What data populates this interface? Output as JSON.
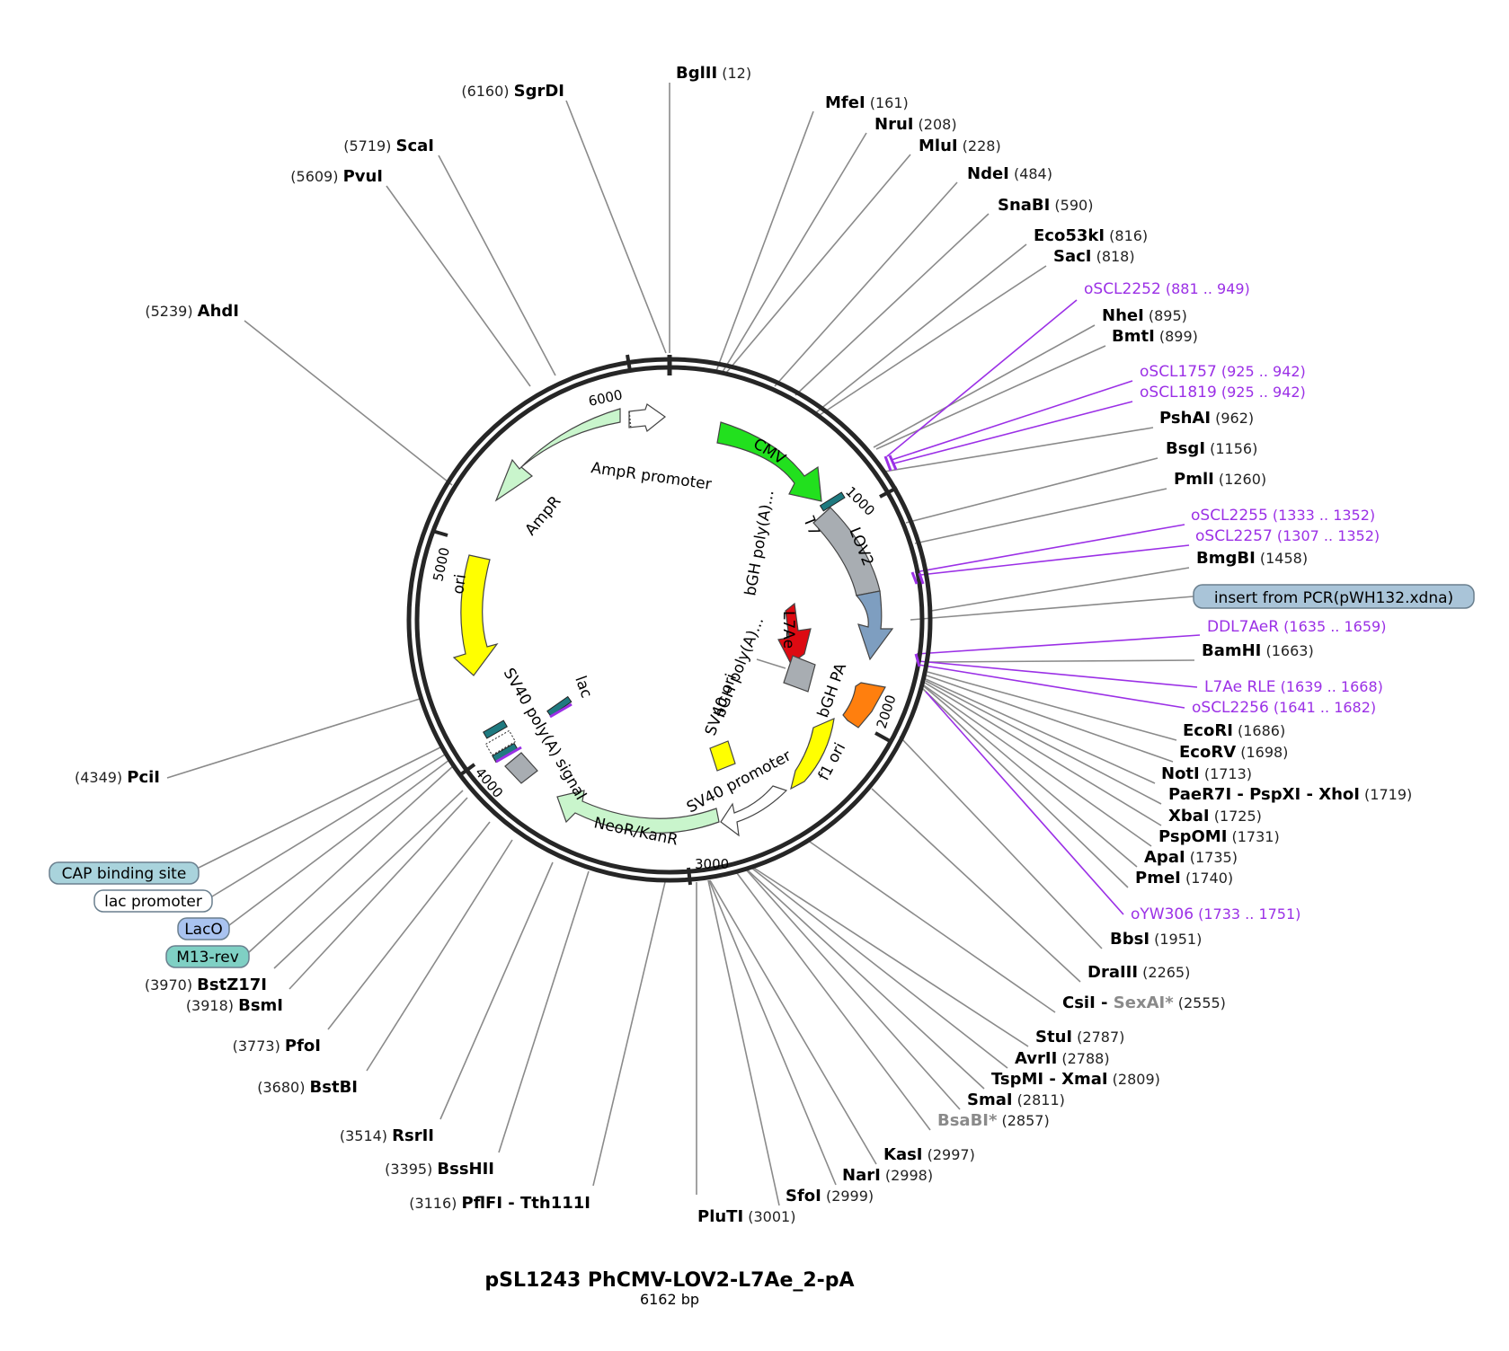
{
  "title": "pSL1243 PhCMV-LOV2-L7Ae_2-pA",
  "subtitle": "6162 bp",
  "ticks": [
    "1000",
    "2000",
    "3000",
    "4000",
    "5000",
    "6000"
  ],
  "sites": [
    {
      "name": "BglII",
      "pos": "(12)"
    },
    {
      "name": "MfeI",
      "pos": "(161)"
    },
    {
      "name": "NruI",
      "pos": "(208)"
    },
    {
      "name": "MluI",
      "pos": "(228)"
    },
    {
      "name": "NdeI",
      "pos": "(484)"
    },
    {
      "name": "SnaBI",
      "pos": "(590)"
    },
    {
      "name": "Eco53kI",
      "pos": "(816)"
    },
    {
      "name": "SacI",
      "pos": "(818)"
    },
    {
      "name": "NheI",
      "pos": "(895)"
    },
    {
      "name": "BmtI",
      "pos": "(899)"
    },
    {
      "name": "PshAI",
      "pos": "(962)"
    },
    {
      "name": "BsgI",
      "pos": "(1156)"
    },
    {
      "name": "PmlI",
      "pos": "(1260)"
    },
    {
      "name": "BmgBI",
      "pos": "(1458)"
    },
    {
      "name": "BamHI",
      "pos": "(1663)"
    },
    {
      "name": "EcoRI",
      "pos": "(1686)"
    },
    {
      "name": "EcoRV",
      "pos": "(1698)"
    },
    {
      "name": "NotI",
      "pos": "(1713)"
    },
    {
      "name": "PaeR7I - PspXI - XhoI",
      "pos": "(1719)"
    },
    {
      "name": "XbaI",
      "pos": "(1725)"
    },
    {
      "name": "PspOMI",
      "pos": "(1731)"
    },
    {
      "name": "ApaI",
      "pos": "(1735)"
    },
    {
      "name": "PmeI",
      "pos": "(1740)"
    },
    {
      "name": "BbsI",
      "pos": "(1951)"
    },
    {
      "name": "DraIII",
      "pos": "(2265)"
    },
    {
      "name": "CsiI - ",
      "name2": "SexAI*",
      "pos": "(2555)"
    },
    {
      "name": "StuI",
      "pos": "(2787)"
    },
    {
      "name": "AvrII",
      "pos": "(2788)"
    },
    {
      "name": "TspMI - XmaI",
      "pos": "(2809)"
    },
    {
      "name": "SmaI",
      "pos": "(2811)"
    },
    {
      "name2": "BsaBI*",
      "pos": "(2857)"
    },
    {
      "name": "KasI",
      "pos": "(2997)"
    },
    {
      "name": "NarI",
      "pos": "(2998)"
    },
    {
      "name": "SfoI",
      "pos": "(2999)"
    },
    {
      "name": "PluTI",
      "pos": "(3001)"
    },
    {
      "name": "PflFI - Tth111I",
      "pos": "(3116)"
    },
    {
      "name": "BssHII",
      "pos": "(3395)"
    },
    {
      "name": "RsrII",
      "pos": "(3514)"
    },
    {
      "name": "BstBI",
      "pos": "(3680)"
    },
    {
      "name": "PfoI",
      "pos": "(3773)"
    },
    {
      "name": "BsmI",
      "pos": "(3918)"
    },
    {
      "name": "BstZ17I",
      "pos": "(3970)"
    },
    {
      "name": "PciI",
      "pos": "(4349)"
    },
    {
      "name": "AhdI",
      "pos": "(5239)"
    },
    {
      "name": "PvuI",
      "pos": "(5609)"
    },
    {
      "name": "ScaI",
      "pos": "(5719)"
    },
    {
      "name": "SgrDI",
      "pos": "(6160)"
    }
  ],
  "primers": [
    {
      "name": "oSCL2252",
      "pos": "(881 .. 949)"
    },
    {
      "name": "oSCL1757",
      "pos": "(925 .. 942)"
    },
    {
      "name": "oSCL1819",
      "pos": "(925 .. 942)"
    },
    {
      "name": "oSCL2255",
      "pos": "(1333 .. 1352)"
    },
    {
      "name": "oSCL2257",
      "pos": "(1307 .. 1352)"
    },
    {
      "name": "DDL7AeR",
      "pos": "(1635 .. 1659)"
    },
    {
      "name": "L7Ae RLE",
      "pos": "(1639 .. 1668)"
    },
    {
      "name": "oSCL2256",
      "pos": "(1641 .. 1682)"
    },
    {
      "name": "oYW306",
      "pos": "(1733 .. 1751)"
    }
  ],
  "feature_pills": [
    {
      "label": "insert from PCR(pWH132.xdna)",
      "color": "#a9c4d8"
    },
    {
      "label": "CAP binding site",
      "color": "#a9d3dc"
    },
    {
      "label": "lac promoter",
      "color": "#ffffff"
    },
    {
      "label": "LacO",
      "color": "#a9c3f0"
    },
    {
      "label": "M13-rev",
      "color": "#7fd0c4"
    }
  ],
  "features": [
    {
      "label": "CMV",
      "color": "#22e01e"
    },
    {
      "label": "T7",
      "color": "#1f7a80"
    },
    {
      "label": "LOV2",
      "color": "#a8adb2"
    },
    {
      "label": "L7Ae",
      "color": "#dd0a12"
    },
    {
      "label": "bGH poly(A)...",
      "color": "#a8adb2"
    },
    {
      "label": "bGH PA",
      "color": "#ff7f0e"
    },
    {
      "label": "SV40 ori",
      "color": "#ffff00"
    },
    {
      "label": "f1 ori",
      "color": "#ffff00"
    },
    {
      "label": "SV40 promoter",
      "color": "#ffffff"
    },
    {
      "label": "NeoR/KanR",
      "color": "#c9f5cc"
    },
    {
      "label": "SV40 poly(A) signal",
      "color": "#a8adb2"
    },
    {
      "label": "lac",
      "color": "#1f7a80"
    },
    {
      "label": "ori",
      "color": "#ffff00"
    },
    {
      "label": "AmpR",
      "color": "#c9f5cc"
    },
    {
      "label": "AmpR promoter",
      "color": "#ffffff"
    }
  ]
}
